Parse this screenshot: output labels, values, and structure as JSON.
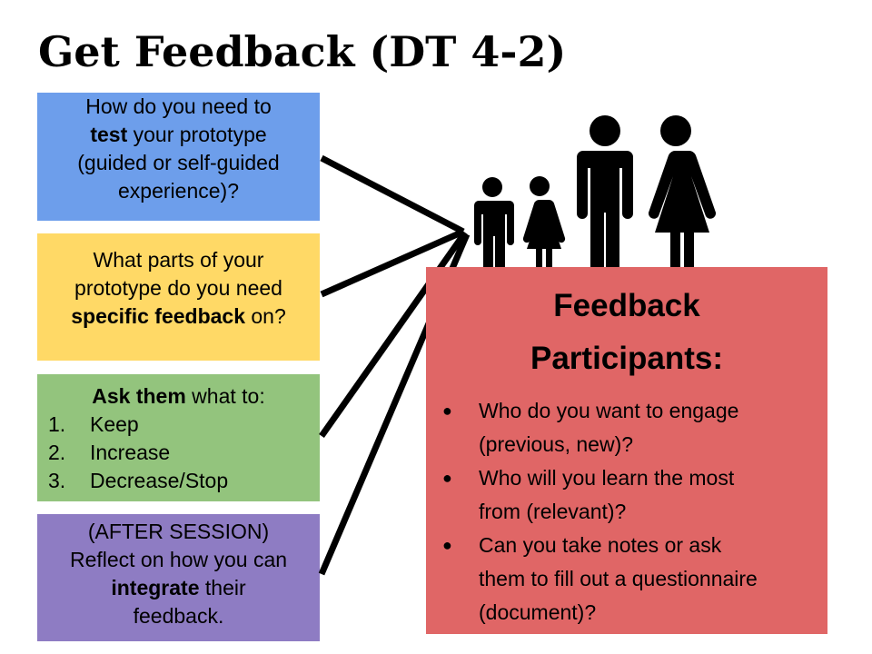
{
  "title": "Get Feedback (DT 4-2)",
  "boxes": {
    "test": {
      "line1": "How do you need to",
      "bold": "test",
      "line2_rest": " your prototype",
      "line3": "(guided or self-guided",
      "line4": "experience)?",
      "color": "#6d9eeb"
    },
    "specific": {
      "line1": "What parts of your",
      "line2": "prototype do you need",
      "bold": "specific feedback",
      "line3_rest": " on?",
      "color": "#ffd966"
    },
    "ask": {
      "bold": "Ask them",
      "head_rest": " what to:",
      "items": [
        {
          "num": "1.",
          "label": "Keep"
        },
        {
          "num": "2.",
          "label": "Increase"
        },
        {
          "num": "3.",
          "label": "Decrease/Stop"
        }
      ],
      "color": "#93c47d"
    },
    "reflect": {
      "line1": "(AFTER SESSION)",
      "line2": "Reflect on how you can",
      "bold": "integrate",
      "line3_rest": " their",
      "line4": "feedback.",
      "color": "#8e7cc3"
    }
  },
  "participants": {
    "heading_line1": "Feedback",
    "heading_line2": "Participants:",
    "bullet_symbol": "●",
    "bullets": [
      [
        "Who do you want to engage",
        "(previous, new)?"
      ],
      [
        "Who will you learn the most",
        "from (relevant)?"
      ],
      [
        "Can you take notes or ask",
        "them to fill out a questionnaire",
        "(document)?"
      ]
    ],
    "color": "#e06666"
  },
  "icons": {
    "people": "family-icon"
  }
}
